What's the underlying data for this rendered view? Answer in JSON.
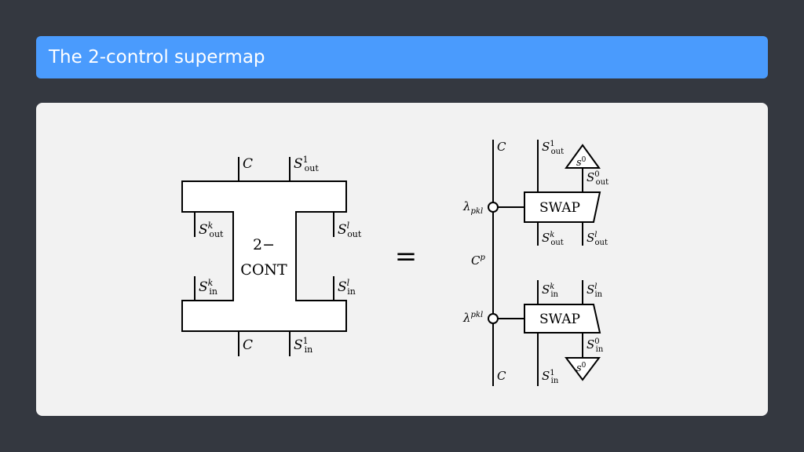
{
  "slide": {
    "title": "The 2-control supermap"
  },
  "left_diagram": {
    "top_wire_C": "C",
    "top_wire_S": "S",
    "top_wire_S_sup": "1",
    "top_wire_S_sub": "out",
    "left_out_S": "S",
    "left_out_sup": "k",
    "left_out_sub": "out",
    "right_out_S": "S",
    "right_out_sup": "l",
    "right_out_sub": "out",
    "left_in_S": "S",
    "left_in_sup": "k",
    "left_in_sub": "in",
    "right_in_S": "S",
    "right_in_sup": "l",
    "right_in_sub": "in",
    "box_line1": "2−",
    "box_line2": "CONT",
    "bottom_wire_C": "C",
    "bottom_wire_S": "S",
    "bottom_wire_S_sup": "1",
    "bottom_wire_S_sub": "in"
  },
  "equals": "=",
  "right_diagram": {
    "top_C": "C",
    "top_S": "S",
    "top_S_sup": "1",
    "top_S_sub": "out",
    "state_top": "s",
    "state_top_sup": "0",
    "s0out_S": "S",
    "s0out_sup": "0",
    "s0out_sub": "out",
    "lambda_top": "λ",
    "lambda_top_sub": "pkl",
    "swap_top": "SWAP",
    "mid_out_left_S": "S",
    "mid_out_left_sup": "k",
    "mid_out_left_sub": "out",
    "mid_out_right_S": "S",
    "mid_out_right_sup": "l",
    "mid_out_right_sub": "out",
    "mid_C": "C",
    "mid_C_sup": "p",
    "mid_in_left_S": "S",
    "mid_in_left_sup": "k",
    "mid_in_left_sub": "in",
    "mid_in_right_S": "S",
    "mid_in_right_sup": "l",
    "mid_in_right_sub": "in",
    "lambda_bot": "λ",
    "lambda_bot_sup": "pkl",
    "swap_bot": "SWAP",
    "s0in_S": "S",
    "s0in_sup": "0",
    "s0in_sub": "in",
    "state_bot": "s",
    "state_bot_sup": "0",
    "bot_C": "C",
    "bot_S": "S",
    "bot_S_sup": "1",
    "bot_S_sub": "in"
  }
}
